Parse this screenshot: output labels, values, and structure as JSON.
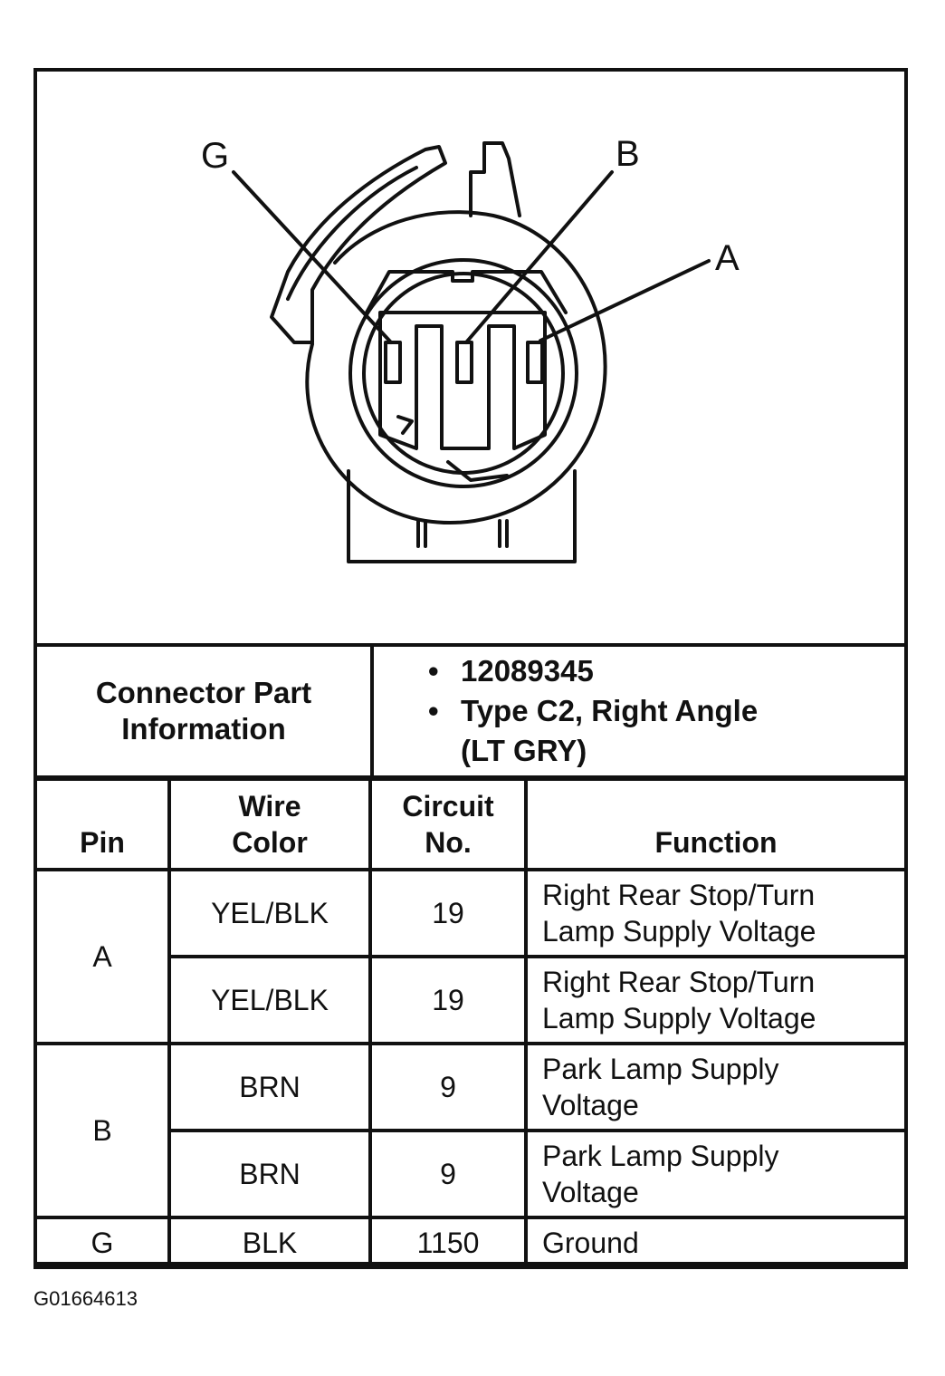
{
  "diagram": {
    "pin_labels": {
      "g": "G",
      "b": "B",
      "a": "A"
    }
  },
  "connector_info": {
    "label_line1": "Connector Part",
    "label_line2": "Information",
    "bullet": "•",
    "part_number": "12089345",
    "type_line1": "Type C2, Right Angle",
    "type_line2": "(LT GRY)"
  },
  "pin_table": {
    "headers": {
      "pin": "Pin",
      "wire_color_line1": "Wire",
      "wire_color_line2": "Color",
      "circuit_line1": "Circuit",
      "circuit_line2": "No.",
      "function": "Function"
    },
    "rows": [
      {
        "pin": "A",
        "wire_color": "YEL/BLK",
        "circuit": "19",
        "function_line1": "Right Rear Stop/Turn",
        "function_line2": "Lamp Supply Voltage"
      },
      {
        "pin": "",
        "wire_color": "YEL/BLK",
        "circuit": "19",
        "function_line1": "Right Rear Stop/Turn",
        "function_line2": "Lamp Supply Voltage"
      },
      {
        "pin": "B",
        "wire_color": "BRN",
        "circuit": "9",
        "function_line1": "Park Lamp Supply",
        "function_line2": "Voltage"
      },
      {
        "pin": "",
        "wire_color": "BRN",
        "circuit": "9",
        "function_line1": "Park Lamp Supply",
        "function_line2": "Voltage"
      },
      {
        "pin": "G",
        "wire_color": "BLK",
        "circuit": "1150",
        "function_line1": "Ground",
        "function_line2": ""
      }
    ]
  },
  "footer": {
    "code": "G01664613"
  }
}
